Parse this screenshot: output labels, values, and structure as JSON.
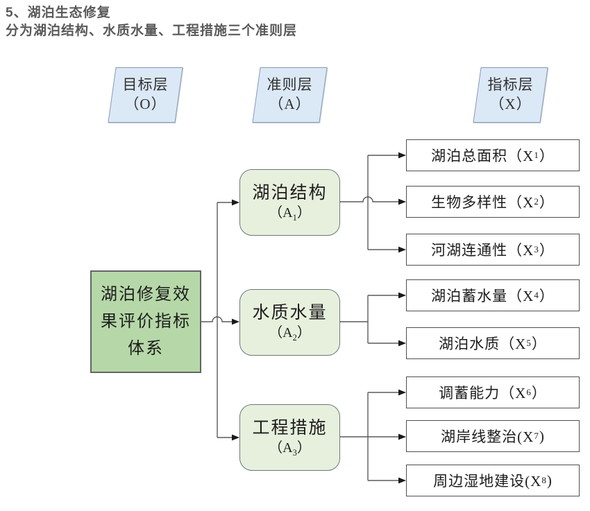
{
  "header": {
    "line1": "5、湖泊生态修复",
    "line2": "分为湖泊结构、水质水量、工程措施三个准则层"
  },
  "layers": [
    {
      "name": "目标层",
      "code": "（O）"
    },
    {
      "name": "准则层",
      "code": "（A）"
    },
    {
      "name": "指标层",
      "code": "（X）"
    }
  ],
  "goal": {
    "lines": [
      "湖泊修复效",
      "果评价指标",
      "体系"
    ]
  },
  "criteria": [
    {
      "label": "湖泊结构",
      "pre": "（A",
      "sub": "1",
      "post": "）"
    },
    {
      "label": "水质水量",
      "pre": "（A",
      "sub": "2",
      "post": "）"
    },
    {
      "label": "工程措施",
      "pre": "（A",
      "sub": "3",
      "post": "）"
    }
  ],
  "indicators": [
    {
      "pre": "湖泊总面积（X",
      "sub": "1",
      "post": "）"
    },
    {
      "pre": "生物多样性（X",
      "sub": "2",
      "post": "）"
    },
    {
      "pre": "河湖连通性（X",
      "sub": "3",
      "post": "）"
    },
    {
      "pre": "湖泊蓄水量（X",
      "sub": "4",
      "post": "）"
    },
    {
      "pre": "湖泊水质（X",
      "sub": "5",
      "post": "）"
    },
    {
      "pre": "调蓄能力（X",
      "sub": "6",
      "post": "）"
    },
    {
      "pre": "湖岸线整治(X",
      "sub": "7",
      "post": ")"
    },
    {
      "pre": "周边湿地建设(X",
      "sub": "8",
      "post": ")"
    }
  ],
  "colors": {
    "title_text": "#595959",
    "layer_badge_fill": "#dbe8f6",
    "layer_badge_border": "#8a9ab0",
    "goal_fill": "#b6d8a8",
    "criteria_fill": "#e7f0dd",
    "indicator_fill": "#ffffff",
    "box_border": "#4f4f4f",
    "connector_line": "#5a5a5a",
    "arrowhead": "#1a1a1a"
  }
}
